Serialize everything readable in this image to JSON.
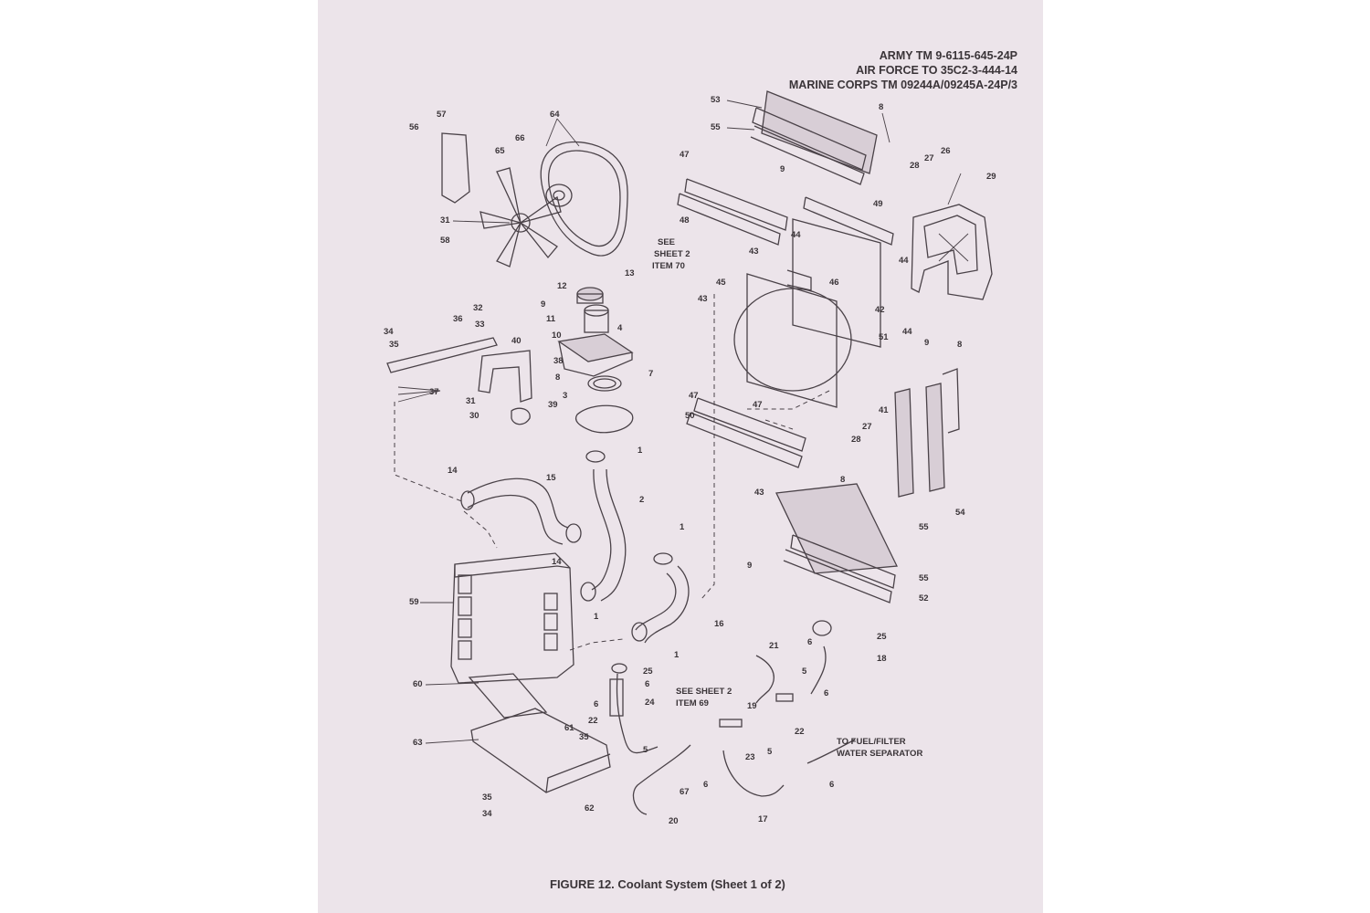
{
  "header": {
    "line1": "ARMY TM 9-6115-645-24P",
    "line2": "AIR FORCE TO 35C2-3-444-14",
    "line3": "MARINE CORPS TM 09244A/09245A-24P/3"
  },
  "caption": "FIGURE 12.  Coolant System (Sheet 1 of 2)",
  "notes": {
    "see_sheet_70_a": "SEE",
    "see_sheet_70_b": "SHEET 2",
    "see_sheet_70_c": "ITEM 70",
    "see_sheet_69_a": "SEE SHEET 2",
    "see_sheet_69_b": "ITEM 69",
    "fuel_a": "TO FUEL/FILTER",
    "fuel_b": "WATER SEPARATOR"
  },
  "callouts": {
    "c53": "53",
    "c55a": "55",
    "c8a": "8",
    "c9a": "9",
    "c26": "26",
    "c27a": "27",
    "c28a": "28",
    "c29": "29",
    "c47a": "47",
    "c48": "48",
    "c49": "49",
    "c43a": "43",
    "c44a": "44",
    "c44b": "44",
    "c46": "46",
    "c43b": "43",
    "c45": "45",
    "c42": "42",
    "c44c": "44",
    "c51": "51",
    "c9b": "9",
    "c8b": "8",
    "c47b": "47",
    "c47c": "47",
    "c50": "50",
    "c41": "41",
    "c27b": "27",
    "c28b": "28",
    "c43c": "43",
    "c8c": "8",
    "c55b": "55",
    "c54": "54",
    "c9c": "9",
    "c55c": "55",
    "c52": "52",
    "c56": "56",
    "c57": "57",
    "c64": "64",
    "c65": "65",
    "c66": "66",
    "c31a": "31",
    "c58": "58",
    "c12": "12",
    "c13": "13",
    "c9d": "9",
    "c11": "11",
    "c10": "10",
    "c4": "4",
    "c32": "32",
    "c33": "33",
    "c34a": "34",
    "c35a": "35",
    "c36": "36",
    "c40": "40",
    "c38": "38",
    "c8d": "8",
    "c7": "7",
    "c3": "3",
    "c39": "39",
    "c31b": "31",
    "c30": "30",
    "c37": "37",
    "c1a": "1",
    "c14a": "14",
    "c15": "15",
    "c2": "2",
    "c14b": "14",
    "c1b": "1",
    "c1c": "1",
    "c59": "59",
    "c1d": "1",
    "c16": "16",
    "c25a": "25",
    "c6a": "6",
    "c18": "18",
    "c21": "21",
    "c5a": "5",
    "c6b": "6",
    "c25b": "25",
    "c6c": "6",
    "c6d": "6",
    "c24": "24",
    "c19": "19",
    "c22a": "22",
    "c22b": "22",
    "c5b": "5",
    "c5c": "5",
    "c23": "23",
    "c60": "60",
    "c63": "63",
    "c61": "61",
    "c35b": "35",
    "c67": "67",
    "c6e": "6",
    "c6f": "6",
    "c35c": "35",
    "c34b": "34",
    "c62": "62",
    "c20": "20",
    "c17": "17"
  }
}
